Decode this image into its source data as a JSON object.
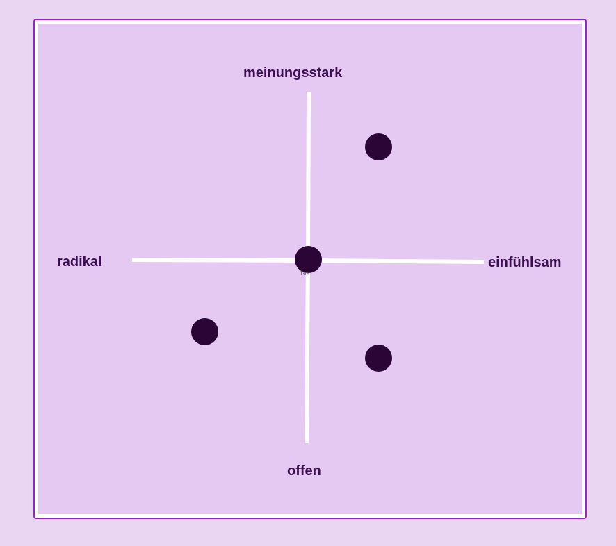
{
  "colors": {
    "page_background": "#ead6f3",
    "board_border": "#9b1fd1",
    "board_fill": "#e5c9f3",
    "axis_line": "#ffffff",
    "label_text": "#3d0f52",
    "dot_fill": "#2a0535"
  },
  "axes": {
    "top_label": "meinungsstark",
    "bottom_label": "offen",
    "left_label": "radikal",
    "right_label": "einfühlsam"
  },
  "center_marker": {
    "caption": "Tex"
  }
}
